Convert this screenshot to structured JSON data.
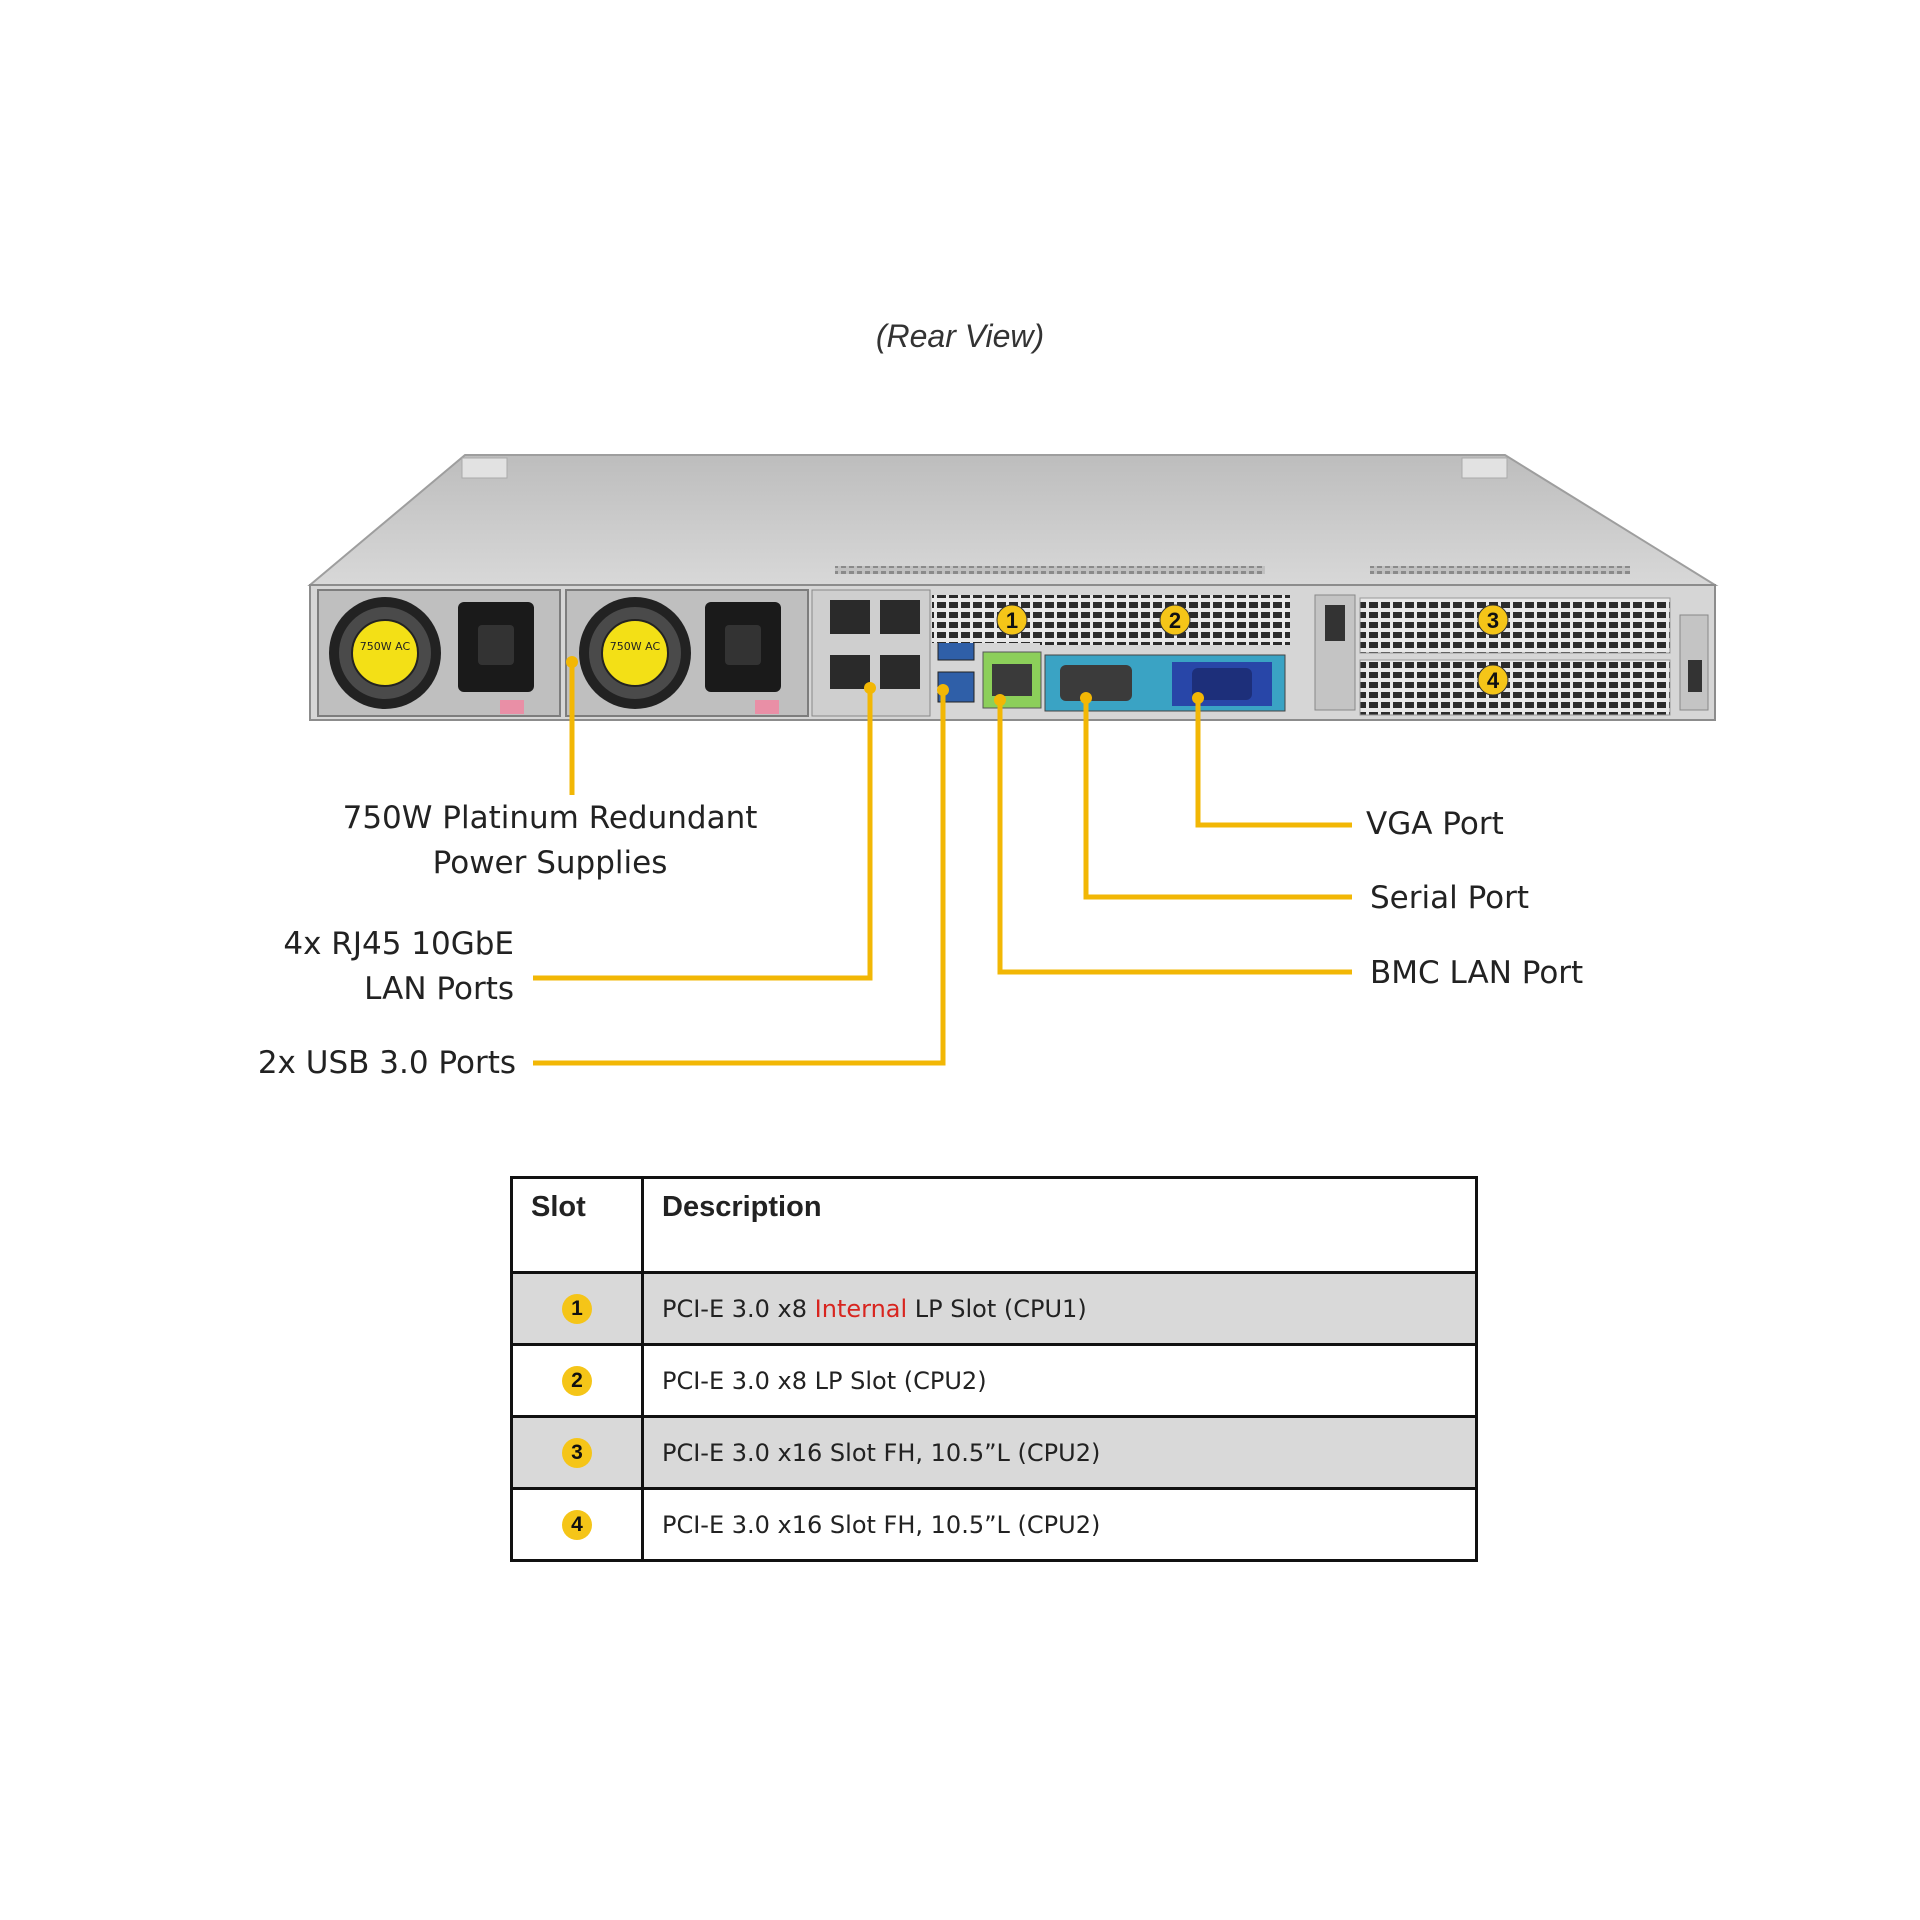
{
  "view_title": "(Rear View)",
  "callouts": {
    "power_line1": "750W Platinum Redundant",
    "power_line2": "Power Supplies",
    "lan_line1": "4x RJ45 10GbE",
    "lan_line2": "LAN Ports",
    "usb": "2x USB 3.0 Ports",
    "vga": "VGA Port",
    "serial": "Serial Port",
    "bmc": "BMC LAN Port"
  },
  "psu_label": "750W AC",
  "slot_markers": [
    "1",
    "2",
    "3",
    "4"
  ],
  "table": {
    "headers": {
      "slot": "Slot",
      "description": "Description"
    },
    "rows": [
      {
        "slot": "1",
        "desc_before": "PCI-E 3.0 x8 ",
        "desc_highlight": "Internal",
        "desc_after": " LP Slot  (CPU1)"
      },
      {
        "slot": "2",
        "desc_before": "PCI-E 3.0 x8 LP Slot (CPU2)",
        "desc_highlight": "",
        "desc_after": ""
      },
      {
        "slot": "3",
        "desc_before": "PCI-E 3.0 x16 Slot FH, 10.5”L (CPU2)",
        "desc_highlight": "",
        "desc_after": ""
      },
      {
        "slot": "4",
        "desc_before": "PCI-E 3.0 x16 Slot FH, 10.5”L (CPU2)",
        "desc_highlight": "",
        "desc_after": ""
      }
    ]
  },
  "colors": {
    "callout_line": "#f2b705",
    "badge": "#f5c518",
    "highlight_text": "#d8251f",
    "chassis": "#c9c9c9",
    "shaded_row": "#d9d9d9"
  }
}
